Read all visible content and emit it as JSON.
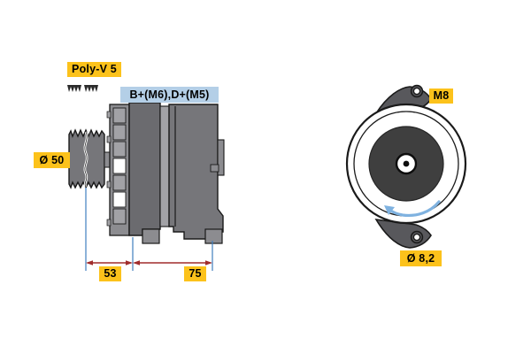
{
  "diagram": {
    "title": "Alternator technical drawing",
    "background_color": "#ffffff",
    "views": [
      {
        "name": "side-section-view",
        "position": "left"
      },
      {
        "name": "end-face-view",
        "position": "right"
      }
    ]
  },
  "labels": {
    "belt_profile": {
      "text": "Poly-V 5",
      "color": "#fcc21b",
      "icon": "v-belt-groove-profile-icon"
    },
    "terminals": {
      "text": "B+(M6),D+(M5)",
      "color": "#b4cfe7"
    },
    "pulley_diameter": {
      "text": "Ø 50",
      "color": "#fcc21b"
    },
    "mounting_thread": {
      "text": "M8",
      "color": "#fcc21b"
    },
    "bore_diameter": {
      "text": "Ø 8,2",
      "color": "#fcc21b"
    }
  },
  "dimensions": {
    "line_color": "#a02c2c",
    "extension_color": "#3f7fbf",
    "entries": [
      {
        "name": "pulley-to-mount-dimension",
        "value": "53",
        "color": "#fcc21b"
      },
      {
        "name": "mount-to-rear-dimension",
        "value": "75",
        "color": "#fcc21b"
      }
    ]
  },
  "rotation": {
    "direction": "counter-clockwise",
    "arrow_color": "#7fb2e0",
    "icon": "rotation-arrow-icon"
  },
  "palette": {
    "body_dark": "#6b6b6f",
    "body_mid": "#76767a",
    "body_light": "#8c8c90",
    "body_lighter": "#a2a2a6",
    "outline": "#1a1a1a",
    "hub_dark": "#3f3f3f",
    "white": "#ffffff"
  }
}
